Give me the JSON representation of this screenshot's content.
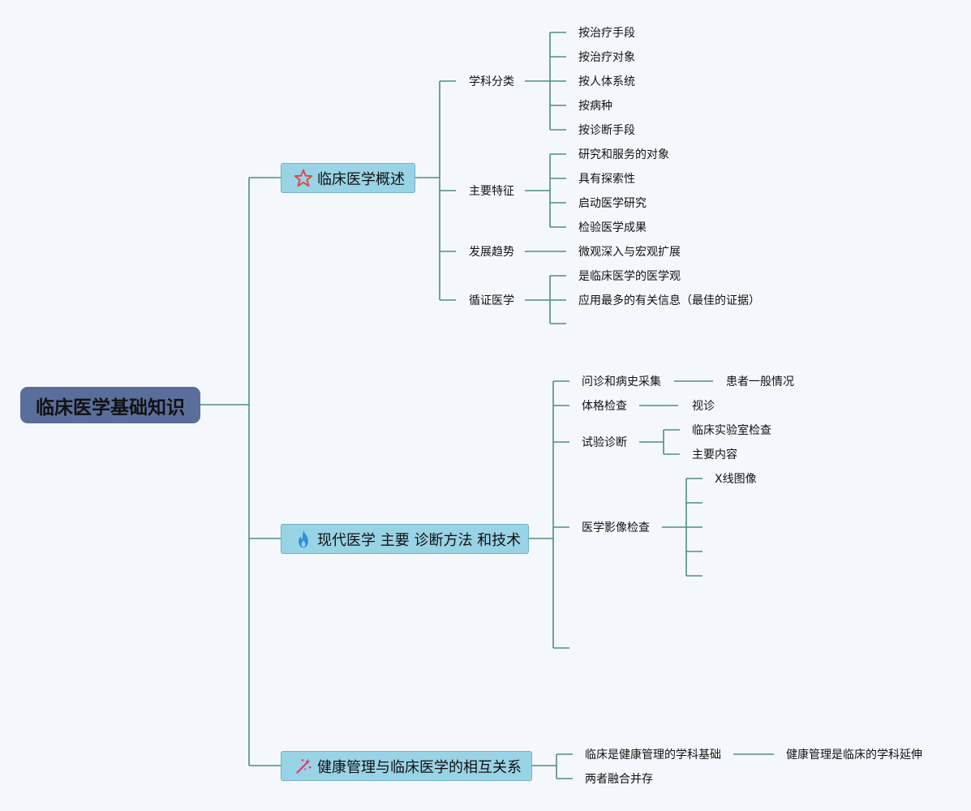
{
  "root": {
    "label": "临床医学基础知识"
  },
  "branches": [
    {
      "label": "临床医学概述",
      "icon": "star-icon",
      "subs": [
        {
          "label": "学科分类",
          "leaves": [
            "按治疗手段",
            "按治疗对象",
            "按人体系统",
            "按病种",
            "按诊断手段"
          ]
        },
        {
          "label": "主要特征",
          "leaves": [
            "研究和服务的对象",
            "具有探索性",
            "启动医学研究",
            "检验医学成果"
          ]
        },
        {
          "label": "发展趋势",
          "leaves": [
            "微观深入与宏观扩展"
          ]
        },
        {
          "label": "循证医学",
          "leaves": [
            "是临床医学的医学观",
            "应用最多的有关信息（最佳的证据）",
            ""
          ]
        }
      ]
    },
    {
      "label": "现代医学 主要 诊断方法 和技术",
      "icon": "fire-icon",
      "subs": [
        {
          "label": "问诊和病史采集",
          "leaves": [
            "患者一般情况"
          ]
        },
        {
          "label": "体格检查",
          "leaves": [
            "视诊"
          ]
        },
        {
          "label": "试验诊断",
          "leaves": [
            "临床实验室检查",
            "主要内容"
          ]
        },
        {
          "label": "医学影像检查",
          "leaves": [
            "X线图像",
            "",
            "",
            "",
            ""
          ]
        },
        {
          "label": "",
          "leaves": []
        }
      ]
    },
    {
      "label": "健康管理与临床医学的相互关系",
      "icon": "sparkle-icon",
      "subs": [
        {
          "label": "临床是健康管理的学科基础",
          "leaves": [
            "健康管理是临床的学科延伸"
          ]
        },
        {
          "label": "两者融合并存",
          "leaves": []
        }
      ]
    }
  ],
  "colors": {
    "line": "#4d8f7c",
    "root_bg": "#5a6e9b",
    "main_bg": "#99d3e6",
    "star": "#e04848",
    "fire": "#2f8fe0",
    "sparkle": "#e0386a"
  }
}
